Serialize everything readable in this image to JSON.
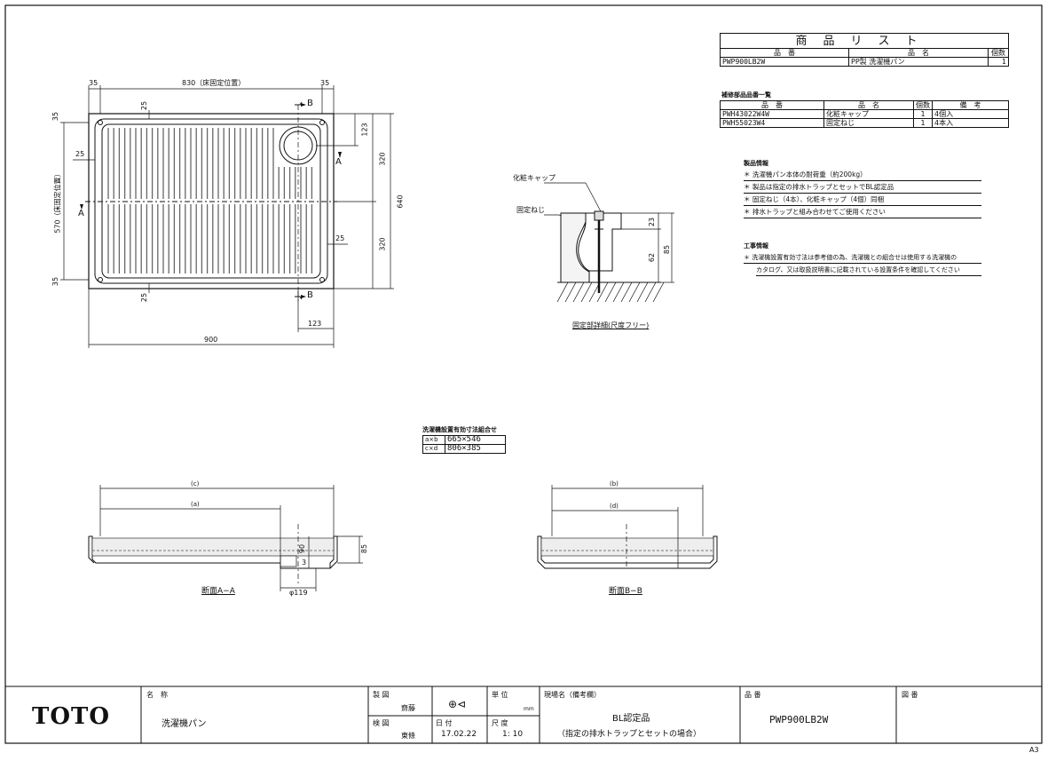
{
  "product_list": {
    "title": "商品リスト",
    "col_hinban": "品　番",
    "col_hinmei": "品　名",
    "col_kosu": "個数",
    "row": {
      "hinban": "PWP900LB2W",
      "hinmei": "PP製 洗濯機パン",
      "kosu": "1"
    }
  },
  "parts_list": {
    "heading": "補修部品品番一覧",
    "col_hinban": "品　番",
    "col_hinmei": "品　名",
    "col_kosu": "個数",
    "col_biko": "備　考",
    "rows": [
      {
        "hinban": "PWH43022W4W",
        "hinmei": "化粧キャップ",
        "kosu": "1",
        "biko": "4個入"
      },
      {
        "hinban": "PWH55023W4",
        "hinmei": "固定ねじ",
        "kosu": "1",
        "biko": "4本入"
      }
    ]
  },
  "product_info": {
    "heading": "製品情報",
    "notes": [
      "＊ 洗濯機パン本体の耐荷重（約200kg）",
      "＊ 製品は指定の排水トラップとセットでBL認定品",
      "＊ 固定ねじ（4本）、化粧キャップ（4個）同梱",
      "＊ 排水トラップと組み合わせてご使用ください"
    ]
  },
  "construction_info": {
    "heading": "工事情報",
    "notes": [
      "＊ 洗濯機設置有効寸法は参考値の為、洗濯機との組合せは使用する洗濯機の",
      "カタログ、又は取扱説明書に記載されている設置条件を確認してください"
    ]
  },
  "plan_view": {
    "dim_830": "830（床固定位置）",
    "dim_570": "570（床固定位置）",
    "dim_900": "900",
    "dim_640": "640",
    "dim_35": "35",
    "dim_25": "25",
    "dim_123": "123",
    "dim_320": "320",
    "label_b": "B",
    "label_a": "A"
  },
  "detail": {
    "cap_label": "化粧キャップ",
    "screw_label": "固定ねじ",
    "dim_23": "23",
    "dim_62": "62",
    "dim_85": "85",
    "caption": "固定部詳細(尺度フリー)"
  },
  "effective_dims": {
    "title": "洗濯機設置有効寸法組合せ",
    "rows": [
      {
        "key": "a×b",
        "value": "665×546"
      },
      {
        "key": "c×d",
        "value": "806×385"
      }
    ]
  },
  "section_aa": {
    "label_c": "(c)",
    "label_a": "(a)",
    "dim_90": "90",
    "dim_3": "3",
    "dim_85": "85",
    "dim_phi": "φ119",
    "caption": "断面A−A"
  },
  "section_bb": {
    "label_b": "(b)",
    "label_d": "(d)",
    "caption": "断面B−B"
  },
  "title_block": {
    "logo": "TOTO",
    "name_label": "名　称",
    "name_value": "洗濯機パン",
    "drawn_label": "製 図",
    "drawn_by": "齋藤",
    "checked_label": "検 図",
    "checked_by": "東條",
    "date_label": "日 付",
    "date_value": "17.02.22",
    "unit_label": "単 位",
    "unit_value": "mm",
    "scale_label": "尺 度",
    "scale_value": "1: 10",
    "site_label": "現場名（備考欄）",
    "site_value1": "BL認定品",
    "site_value2": "（指定の排水トラップとセットの場合）",
    "hinban_label": "品 番",
    "hinban_value": "PWP900LB2W",
    "zuban_label": "図 番",
    "paper_size": "A3"
  },
  "colors": {
    "line": "#111111",
    "fill": "#cccccc"
  }
}
